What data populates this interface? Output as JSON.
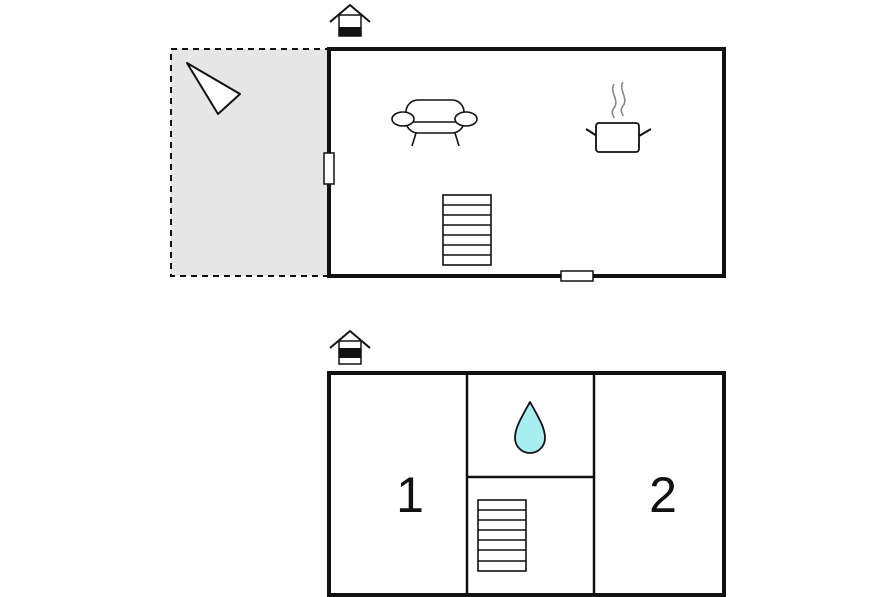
{
  "floors": [
    {
      "name": "ground-floor",
      "level_icon": "house-level-icon-ground",
      "rooms": [],
      "symbols": [
        "terrace",
        "sun-lounger-icon",
        "sofa-icon",
        "cooking-pot-icon",
        "staircase-icon",
        "door-left",
        "door-bottom"
      ]
    },
    {
      "name": "upper-floor",
      "level_icon": "house-level-icon-upper",
      "rooms": [
        {
          "label": "1"
        },
        {
          "label": "2"
        }
      ],
      "symbols": [
        "water-drop-icon",
        "staircase-icon"
      ]
    }
  ],
  "colors": {
    "wall": "#111111",
    "terrace_fill": "#e6e6e6",
    "water_drop": "#a8eef0",
    "steam": "#888888"
  }
}
